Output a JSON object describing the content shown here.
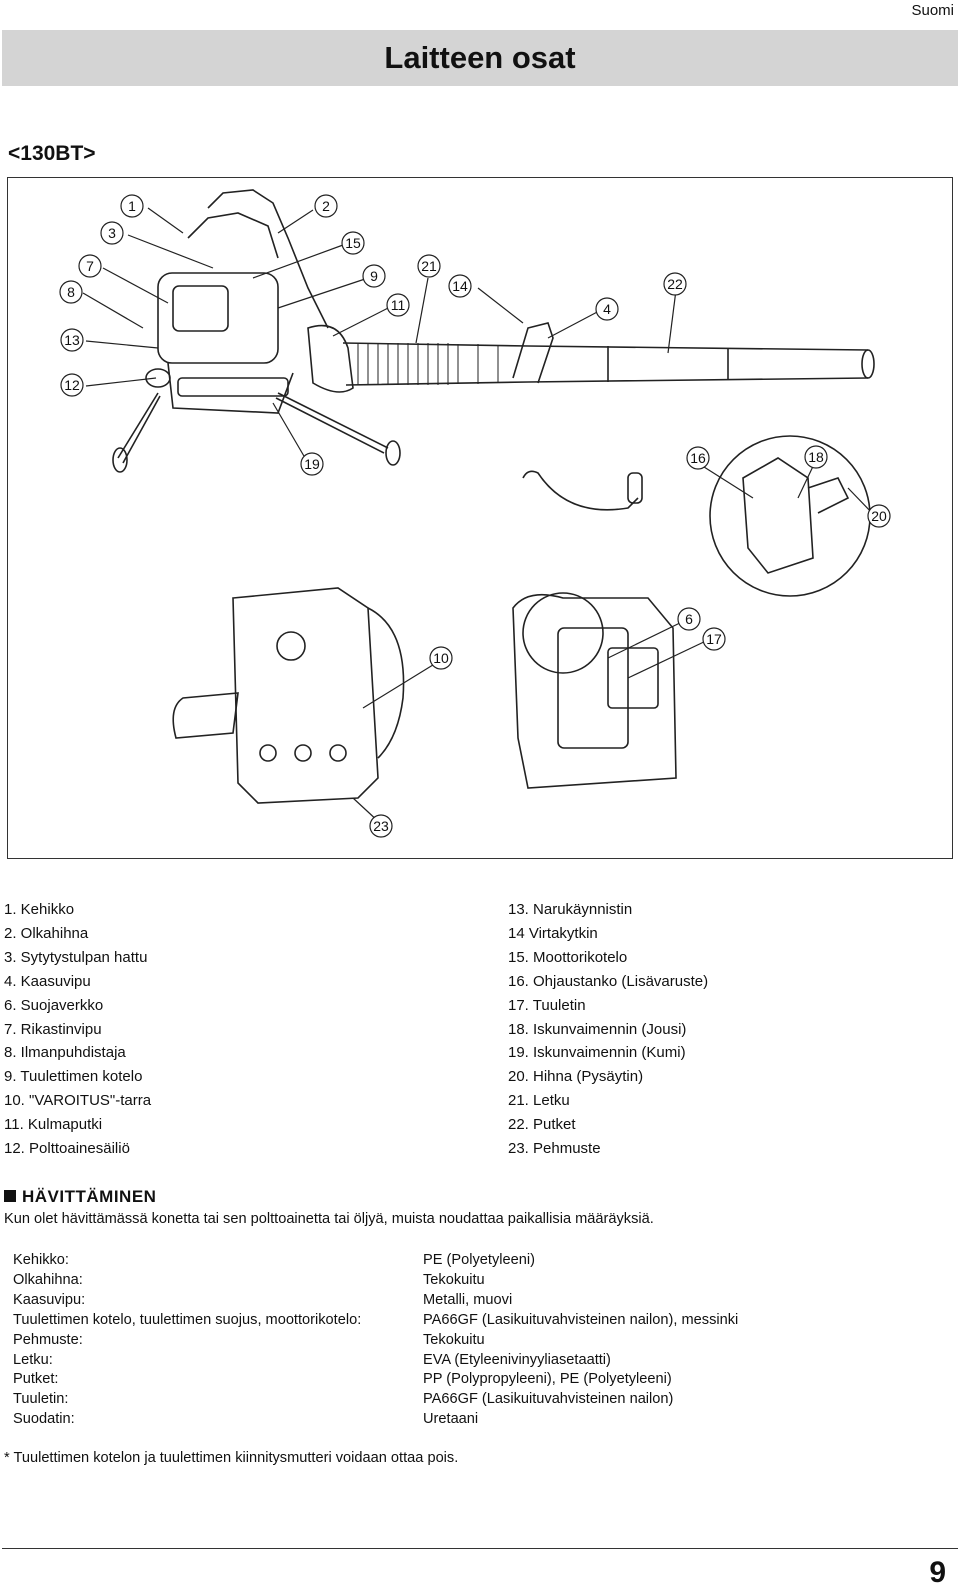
{
  "header": {
    "language": "Suomi",
    "title": "Laitteen osat"
  },
  "model_label": "<130BT>",
  "figure": {
    "callouts": [
      "1",
      "2",
      "3",
      "4",
      "6",
      "7",
      "8",
      "9",
      "10",
      "11",
      "12",
      "13",
      "14",
      "15",
      "16",
      "17",
      "18",
      "19",
      "20",
      "21",
      "22",
      "23"
    ]
  },
  "parts_left": [
    "1. Kehikko",
    "2. Olkahihna",
    "3. Sytytystulpan hattu",
    "4. Kaasuvipu",
    "6. Suojaverkko",
    "7. Rikastinvipu",
    "8. Ilmanpuhdistaja",
    "9. Tuulettimen kotelo",
    "10. \"VAROITUS\"-tarra",
    "11. Kulmaputki",
    "12. Polttoainesäiliö"
  ],
  "parts_right": [
    "13. Narukäynnistin",
    "14 Virtakytkin",
    "15. Moottorikotelo",
    "16. Ohjaustanko (Lisävaruste)",
    "17. Tuuletin",
    "18. Iskunvaimennin (Jousi)",
    "19. Iskunvaimennin (Kumi)",
    "20. Hihna (Pysäytin)",
    "21. Letku",
    "22. Putket",
    "23. Pehmuste"
  ],
  "disposal": {
    "heading": "HÄVITTÄMINEN",
    "text": "Kun olet hävittämässä konetta tai sen polttoainetta tai öljyä, muista noudattaa paikallisia määräyksiä.",
    "materials": [
      {
        "part": "Kehikko:",
        "material": "PE (Polyetyleeni)"
      },
      {
        "part": "Olkahihna:",
        "material": "Tekokuitu"
      },
      {
        "part": "Kaasuvipu:",
        "material": "Metalli, muovi"
      },
      {
        "part": "Tuulettimen kotelo, tuulettimen suojus, moottorikotelo:",
        "material": "PA66GF (Lasikuituvahvisteinen nailon), messinki"
      },
      {
        "part": "Pehmuste:",
        "material": "Tekokuitu"
      },
      {
        "part": "Letku:",
        "material": "EVA (Etyleenivinyyliasetaatti)"
      },
      {
        "part": "Putket:",
        "material": "PP (Polypropyleeni), PE (Polyetyleeni)"
      },
      {
        "part": "Tuuletin:",
        "material": "PA66GF (Lasikuituvahvisteinen nailon)"
      },
      {
        "part": "Suodatin:",
        "material": "Uretaani"
      }
    ],
    "footnote": "* Tuulettimen kotelon ja tuulettimen kiinnitysmutteri voidaan ottaa pois."
  },
  "page_number": "9"
}
